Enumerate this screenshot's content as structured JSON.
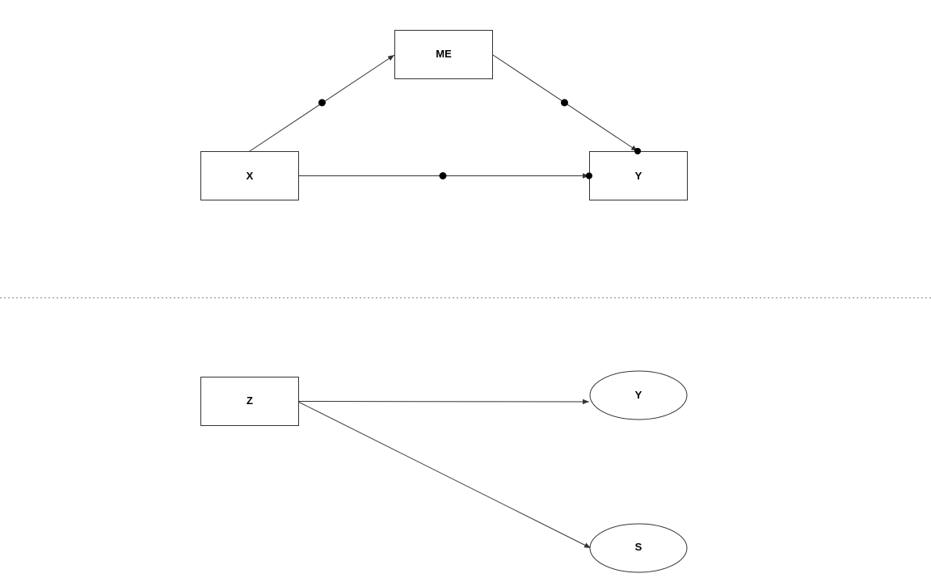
{
  "diagram_top": {
    "nodes": {
      "x": {
        "label": "X",
        "shape": "rectangle"
      },
      "me": {
        "label": "ME",
        "shape": "rectangle"
      },
      "y": {
        "label": "Y",
        "shape": "rectangle"
      }
    },
    "edges": [
      {
        "from": "X",
        "to": "ME",
        "midpoint_dot": true
      },
      {
        "from": "ME",
        "to": "Y",
        "midpoint_dot": true
      },
      {
        "from": "X",
        "to": "Y",
        "midpoint_dot": true
      }
    ]
  },
  "separator": {
    "style": "dotted"
  },
  "diagram_bottom": {
    "nodes": {
      "z": {
        "label": "Z",
        "shape": "rectangle"
      },
      "y": {
        "label": "Y",
        "shape": "ellipse"
      },
      "s": {
        "label": "S",
        "shape": "ellipse"
      }
    },
    "edges": [
      {
        "from": "Z",
        "to": "Y",
        "midpoint_dot": false
      },
      {
        "from": "Z",
        "to": "S",
        "midpoint_dot": false
      }
    ]
  },
  "colors": {
    "stroke": "#333333",
    "text": "#000000",
    "background": "#ffffff",
    "separator": "#888888"
  }
}
